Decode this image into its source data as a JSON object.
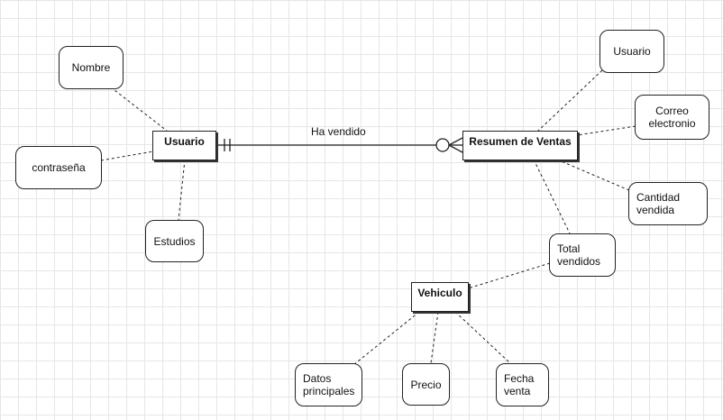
{
  "relationship": {
    "label": "Ha vendido"
  },
  "entities": {
    "usuario": "Usuario",
    "resumen": "Resumen de Ventas",
    "vehiculo": "Vehiculo"
  },
  "attributes": {
    "nombre": "Nombre",
    "contrasena": "contraseña",
    "estudios": "Estudios",
    "usuario_attr": "Usuario",
    "correo": "Correo\nelectronio",
    "cantidad": "Cantidad\nvendida",
    "total": "Total\nvendidos",
    "datos": "Datos\nprincipales",
    "precio": "Precio",
    "fecha": "Fecha\nventa"
  }
}
